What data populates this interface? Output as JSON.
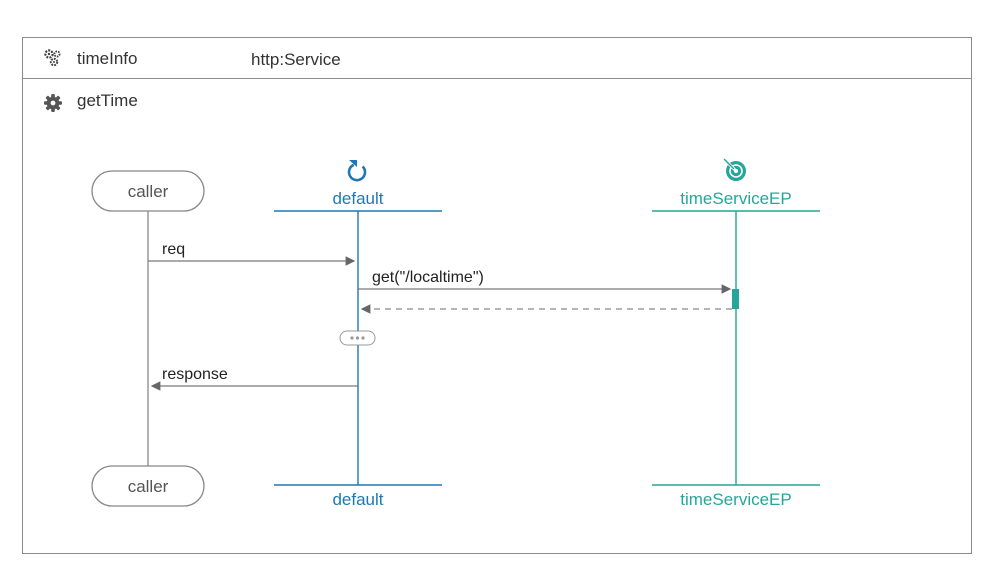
{
  "service": {
    "name": "timeInfo",
    "type": "http:Service",
    "icon": "service-gears-icon"
  },
  "resource": {
    "name": "getTime",
    "icon": "gear-icon"
  },
  "lifelines": {
    "caller": {
      "label": "caller",
      "color": "#6e6e6e"
    },
    "worker": {
      "label": "default",
      "color": "#1f78b4",
      "icon": "restart-arrow-icon"
    },
    "endpoint": {
      "label": "timeServiceEP",
      "color": "#26a69a",
      "icon": "endpoint-target-icon"
    }
  },
  "messages": {
    "req": "req",
    "call": "get(\"/localtime\")",
    "response": "response"
  },
  "collapsed_block": {
    "icon": "ellipsis-icon"
  }
}
